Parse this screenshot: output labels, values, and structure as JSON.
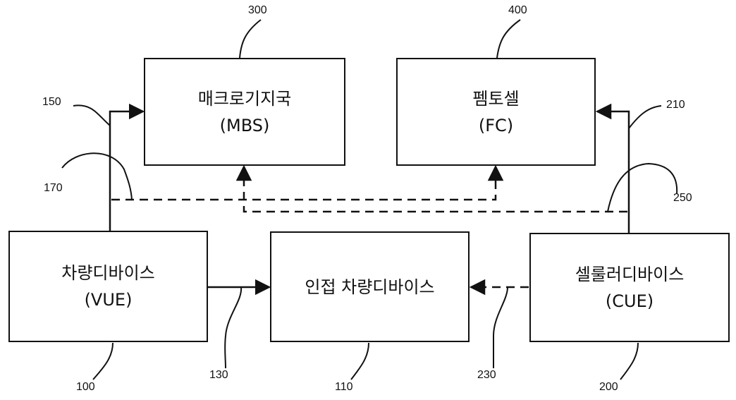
{
  "colors": {
    "line": "#111111",
    "background": "#ffffff"
  },
  "nodes": {
    "mbs": {
      "name": "매크로기지국",
      "abbr": "(MBS)",
      "ref": "300"
    },
    "fc": {
      "name": "펨토셀",
      "abbr": "(FC)",
      "ref": "400"
    },
    "vue": {
      "name": "차량디바이스",
      "abbr": "(VUE)",
      "ref": "100"
    },
    "nvue": {
      "name": "인접 차량디바이스",
      "ref": "110"
    },
    "cue": {
      "name": "셀룰러디바이스",
      "abbr": "(CUE)",
      "ref": "200"
    }
  },
  "links": {
    "vue_to_mbs": {
      "ref": "150",
      "style": "solid"
    },
    "vue_dashed_to_fc": {
      "ref": "170",
      "style": "dashed"
    },
    "cue_to_fc": {
      "ref": "210",
      "style": "solid"
    },
    "cue_dashed_to_mbs": {
      "ref": "250",
      "style": "dashed"
    },
    "vue_to_nvue": {
      "ref": "130",
      "style": "solid"
    },
    "cue_dashed_to_nvue": {
      "ref": "230",
      "style": "dashed"
    }
  }
}
